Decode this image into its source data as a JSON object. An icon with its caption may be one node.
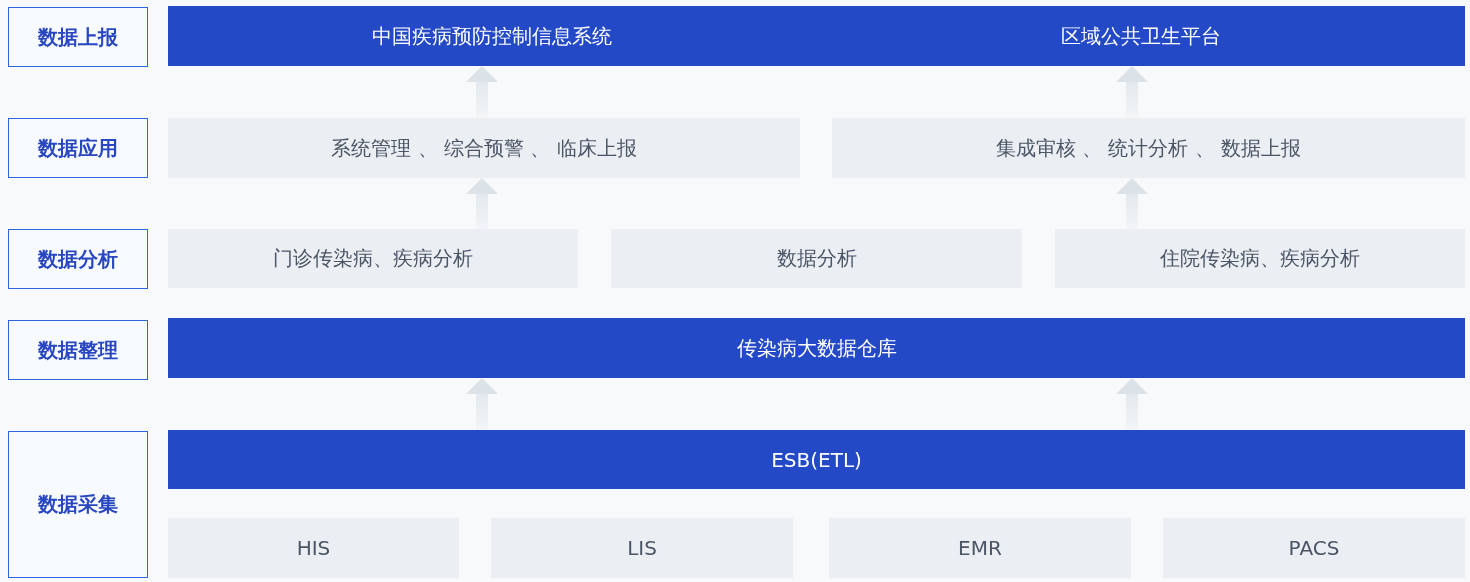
{
  "diagram": {
    "nodes": [
      {
        "text": [
          "数据上报"
        ]
      },
      {
        "text": [
          "中国疾病预防控制信息系统",
          "区域公共卫生平台"
        ]
      },
      {
        "text": [
          "数据应用"
        ]
      },
      {
        "text": [
          "系统管理 、 综合预警 、 临床上报"
        ]
      },
      {
        "text": [
          "集成审核 、 统计分析 、 数据上报"
        ]
      },
      {
        "text": [
          "数据分析"
        ]
      },
      {
        "text": [
          "门诊传染病、疾病分析"
        ]
      },
      {
        "text": [
          "数据分析"
        ]
      },
      {
        "text": [
          "住院传染病、疾病分析"
        ]
      },
      {
        "text": [
          "数据整理"
        ]
      },
      {
        "text": [
          "传染病大数据仓库"
        ]
      },
      {
        "text": [
          "数据采集"
        ]
      },
      {
        "text": [
          "ESB(ETL)"
        ]
      },
      {
        "text": [
          "HIS"
        ]
      },
      {
        "text": [
          "LIS"
        ]
      },
      {
        "text": [
          "EMR"
        ]
      },
      {
        "text": [
          "PACS"
        ]
      }
    ],
    "edges": [
      {
        "from": 3,
        "to": 1,
        "arrow": "to"
      },
      {
        "from": 4,
        "to": 1,
        "arrow": "to"
      },
      {
        "from": 6,
        "to": 3,
        "arrow": "to"
      },
      {
        "from": 8,
        "to": 4,
        "arrow": "to"
      },
      {
        "from": 12,
        "to": 10,
        "arrow": "to"
      },
      {
        "from": 12,
        "to": 10,
        "arrow": "to"
      }
    ]
  }
}
